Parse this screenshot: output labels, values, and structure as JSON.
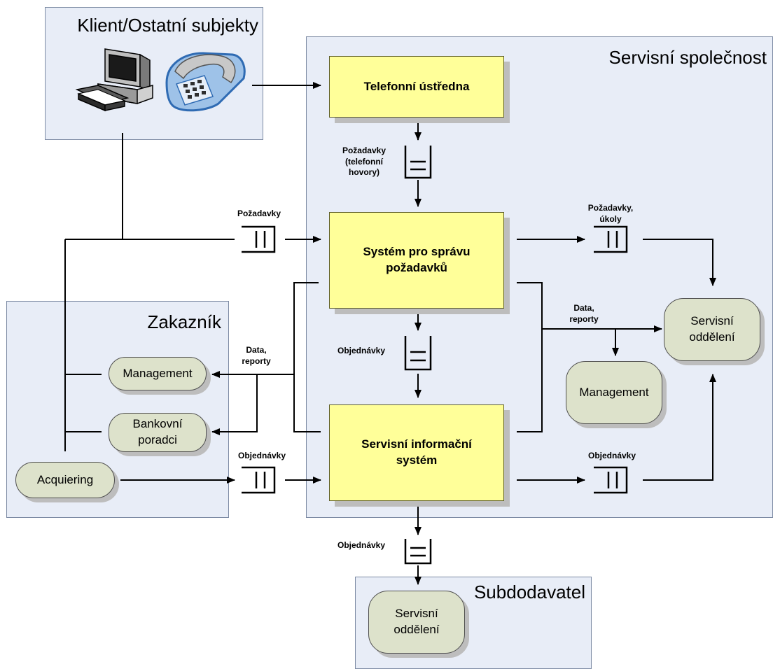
{
  "regions": {
    "client": "Klient/Ostatní subjekty",
    "service_company": "Servisní společnost",
    "customer": "Zakazník",
    "subcontractor": "Subdodavatel"
  },
  "processes": {
    "phone_exchange": "Telefonní ústředna",
    "request_system_line1": "Systém pro správu",
    "request_system_line2": "požadavků",
    "service_info_line1": "Servisní informační",
    "service_info_line2": "systém"
  },
  "actors": {
    "customer_management": "Management",
    "bank_advisors_line1": "Bankovní",
    "bank_advisors_line2": "poradci",
    "acquiring": "Acquiering",
    "company_management": "Management",
    "service_dept_line1": "Servisní",
    "service_dept_line2": "oddělení",
    "sub_service_line1": "Servisní",
    "sub_service_line2": "oddělení"
  },
  "flow_labels": {
    "phone_requests_1": "Požadavky",
    "phone_requests_2": "(telefonní",
    "phone_requests_3": "hovory)",
    "client_requests": "Požadavky",
    "tasks_1": "Požadavky,",
    "tasks_2": "úkoly",
    "orders_mid": "Objednávky",
    "data_left_1": "Data,",
    "data_left_2": "reporty",
    "data_right_1": "Data,",
    "data_right_2": "reporty",
    "orders_acq": "Objednávky",
    "orders_right": "Objednávky",
    "orders_bottom": "Objednávky"
  },
  "colors": {
    "process_fill": "#ffff99",
    "actor_fill": "#dde2cb",
    "region_fill": "#e8edf7",
    "region_border": "#7c8aa3"
  },
  "icons": [
    "computer-icon",
    "telephone-icon"
  ]
}
